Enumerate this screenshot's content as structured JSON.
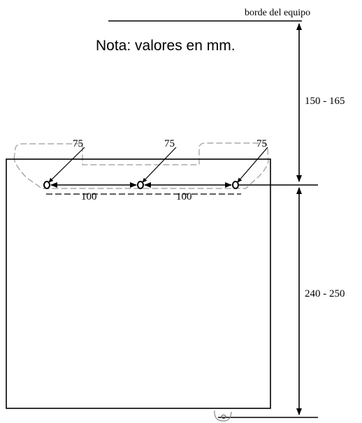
{
  "note": "Nota: valores en mm.",
  "edge_label": "borde del equipo",
  "dimensions": {
    "upper_range": "150 - 165",
    "lower_range": "240 - 250",
    "hole_diameter_left": "75",
    "hole_diameter_center": "75",
    "hole_diameter_right": "75",
    "spacing_left": "100",
    "spacing_right": "100"
  }
}
